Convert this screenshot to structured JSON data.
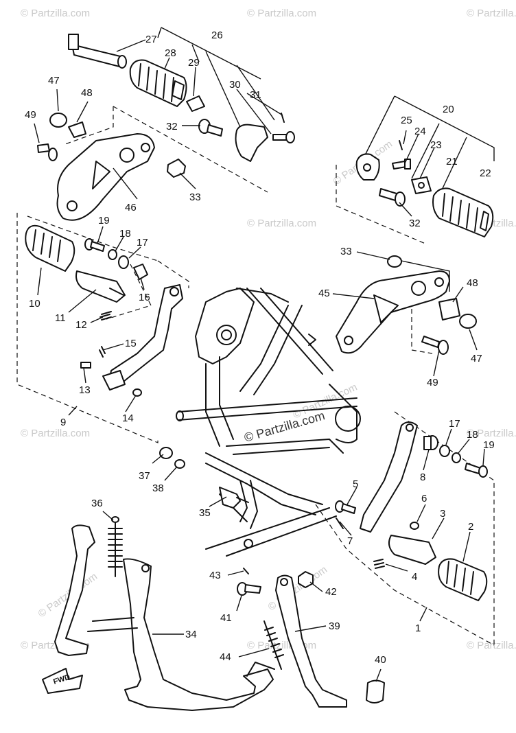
{
  "diagram": {
    "watermark_main": "© Partzilla.com",
    "watermark_faded": [
      "© Partzilla.com",
      "© Partzilla.com",
      "© Partzilla.com",
      "© Partzilla.com",
      "© Partzilla.com",
      "© Partzilla.com",
      "© Partzilla.com",
      "© Partzilla.com",
      "© Partzilla.com",
      "© Partzilla.com",
      "© Partzilla.com",
      "© Partzilla.com",
      "© Partzilla.com",
      "© Partzilla.com"
    ],
    "fwd_label": "FWD",
    "callouts": [
      "1",
      "2",
      "3",
      "4",
      "5",
      "6",
      "7",
      "8",
      "9",
      "10",
      "11",
      "12",
      "13",
      "14",
      "15",
      "16",
      "17",
      "17",
      "18",
      "18",
      "19",
      "19",
      "20",
      "21",
      "22",
      "23",
      "24",
      "25",
      "26",
      "27",
      "28",
      "29",
      "30",
      "31",
      "32",
      "32",
      "33",
      "33",
      "34",
      "35",
      "36",
      "37",
      "38",
      "39",
      "40",
      "41",
      "42",
      "43",
      "44",
      "45",
      "46",
      "47",
      "47",
      "48",
      "48",
      "49",
      "49"
    ]
  }
}
